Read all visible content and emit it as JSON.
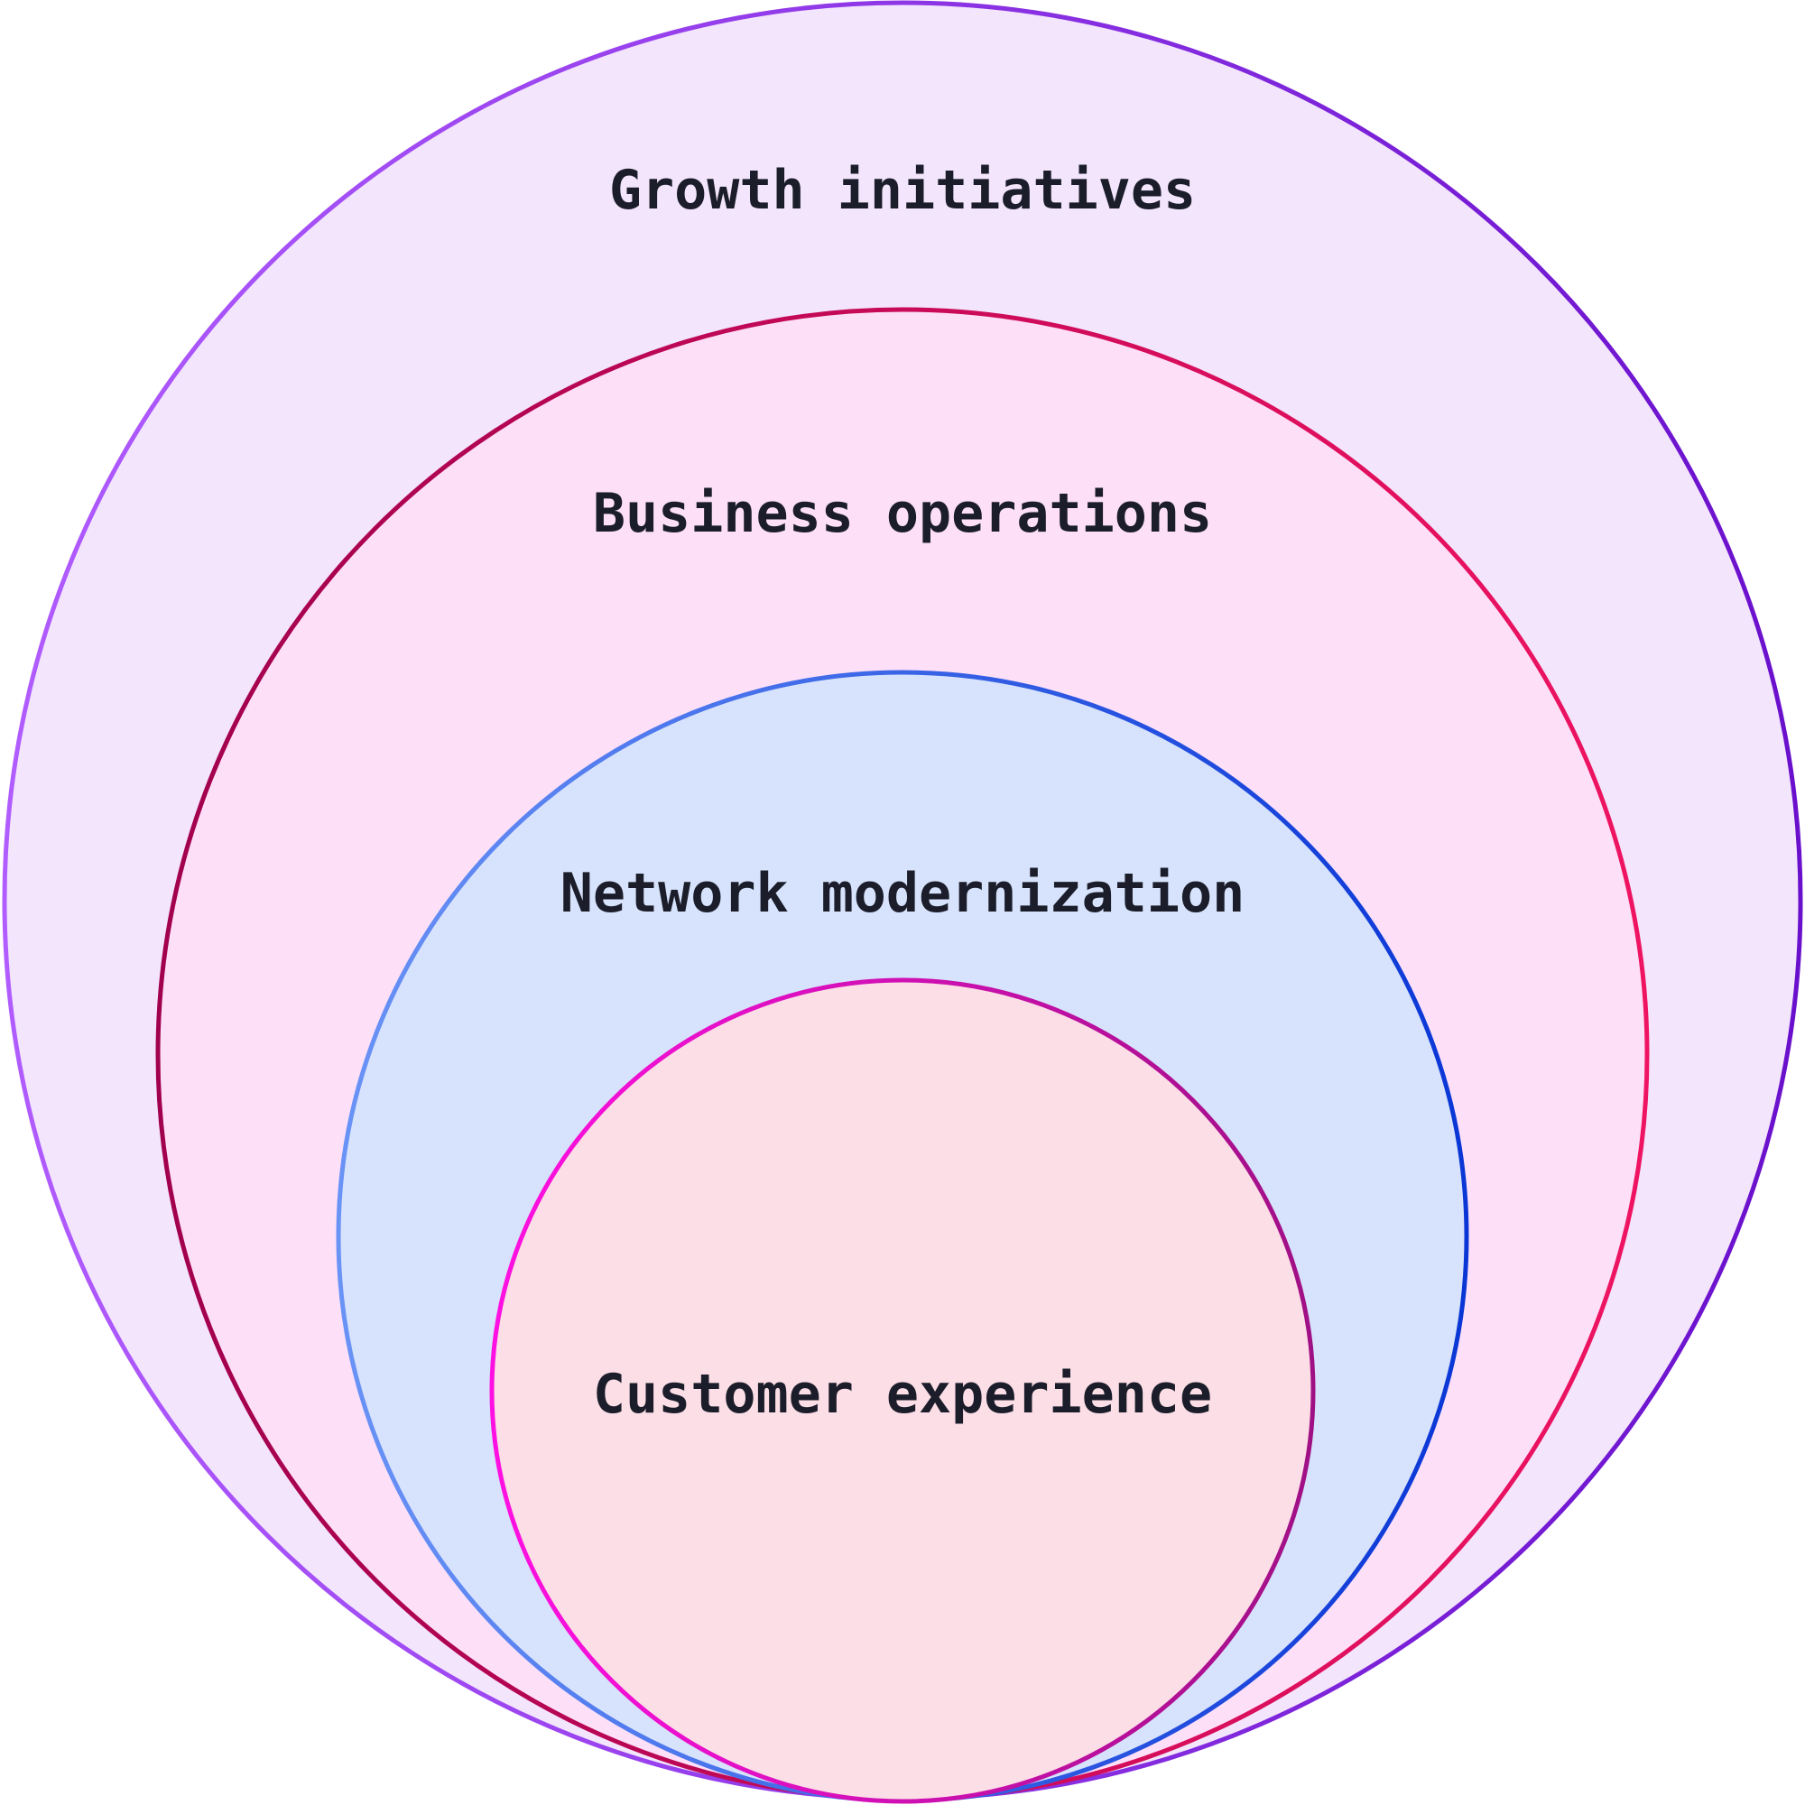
{
  "diagram": {
    "layers": [
      {
        "label": "Growth initiatives",
        "fill": "#f3e5fc",
        "stroke_start": "#b15cff",
        "stroke_end": "#6a10cc"
      },
      {
        "label": "Business operations",
        "fill": "#fde0f8",
        "stroke_start": "#a1004e",
        "stroke_end": "#ef1462"
      },
      {
        "label": "Network modernization",
        "fill": "#d7e3fc",
        "stroke_start": "#6a93f6",
        "stroke_end": "#0a36d6"
      },
      {
        "label": "Customer experience",
        "fill": "#fcdee6",
        "stroke_start": "#ff10e2",
        "stroke_end": "#a01085"
      }
    ]
  }
}
